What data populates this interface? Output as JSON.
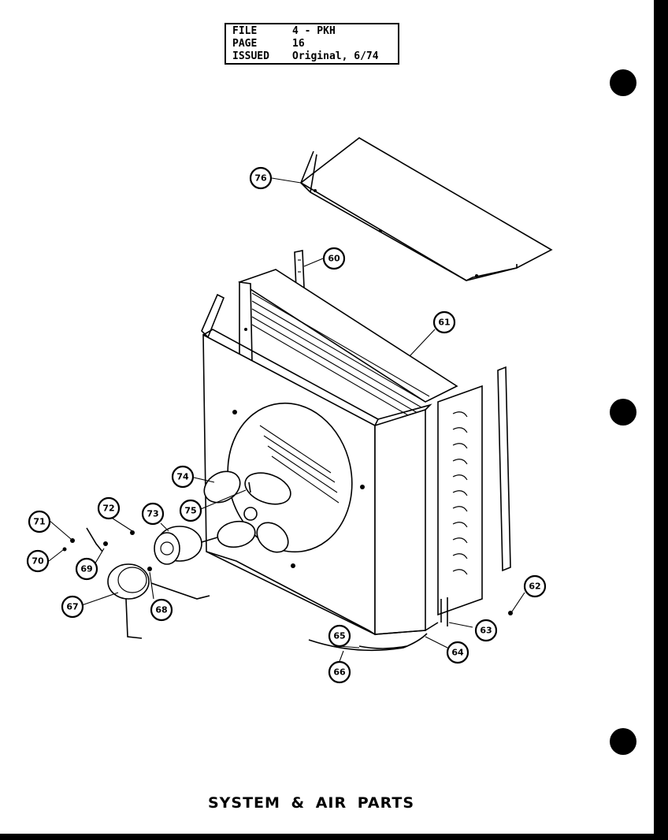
{
  "title_block": {
    "rows": [
      {
        "key": "FILE",
        "value": "4 - PKH"
      },
      {
        "key": "PAGE",
        "value": "16"
      },
      {
        "key": "ISSUED",
        "value": "Original, 6/74"
      }
    ]
  },
  "footer_title": "SYSTEM & AIR PARTS",
  "callouts": [
    {
      "label": "76"
    },
    {
      "label": "60"
    },
    {
      "label": "61"
    },
    {
      "label": "74"
    },
    {
      "label": "75"
    },
    {
      "label": "72"
    },
    {
      "label": "73"
    },
    {
      "label": "71"
    },
    {
      "label": "70"
    },
    {
      "label": "69"
    },
    {
      "label": "67"
    },
    {
      "label": "68"
    },
    {
      "label": "62"
    },
    {
      "label": "63"
    },
    {
      "label": "65"
    },
    {
      "label": "64"
    },
    {
      "label": "66"
    }
  ]
}
